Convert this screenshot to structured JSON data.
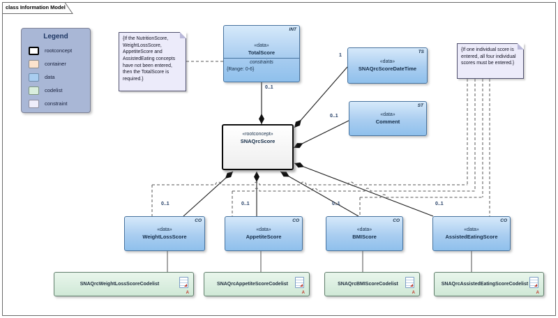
{
  "frame": {
    "title": "class Information Model"
  },
  "legend": {
    "title": "Legend",
    "items": [
      {
        "label": "rootconcept",
        "color": "#ffffff"
      },
      {
        "label": "container",
        "color": "#fbe3cd"
      },
      {
        "label": "data",
        "color": "#a9cdf0"
      },
      {
        "label": "codelist",
        "color": "#d9eedd"
      },
      {
        "label": "constraint",
        "color": "#ecebfa"
      }
    ]
  },
  "notes": {
    "left_constraint": "{If the NutritionScore, WeightLossScore, AppetiteScore and AssistedEating concepts have not been entered, then the TotalScore is required.}",
    "right_constraint": "{If one individual score is entered, all four individual scores must be entered.}"
  },
  "classes": {
    "total_score": {
      "type_tag": "INT",
      "stereotype": "«data»",
      "name": "TotalScore",
      "compartment_label": "constraints",
      "constraint": "{Range: 0-6}"
    },
    "root": {
      "stereotype": "«rootconcept»",
      "name": "SNAQrcScore"
    },
    "score_datetime": {
      "type_tag": "TS",
      "stereotype": "«data»",
      "name": "SNAQrcScoreDateTime"
    },
    "comment": {
      "type_tag": "ST",
      "stereotype": "«data»",
      "name": "Comment"
    },
    "weight_loss": {
      "type_tag": "CO",
      "stereotype": "«data»",
      "name": "WeightLossScore"
    },
    "appetite": {
      "type_tag": "CO",
      "stereotype": "«data»",
      "name": "AppetiteScore"
    },
    "bmi": {
      "type_tag": "CO",
      "stereotype": "«data»",
      "name": "BMIScore"
    },
    "assisted_eating": {
      "type_tag": "CO",
      "stereotype": "«data»",
      "name": "AssistedEatingScore"
    }
  },
  "codelists": [
    {
      "name": "SNAQrcWeightLossScoreCodelist",
      "flag": "A"
    },
    {
      "name": "SNAQrcAppetiteScoreCodelist",
      "flag": "A"
    },
    {
      "name": "SNAQrcBMIScoreCodelist",
      "flag": "A"
    },
    {
      "name": "SNAQrcAssistedEatingScoreCodelist",
      "flag": "A"
    }
  ],
  "multiplicities": {
    "total_score": "0..1",
    "score_datetime": "1",
    "comment": "0..1",
    "weight_loss": "0..1",
    "appetite": "0..1",
    "bmi": "0..1",
    "assisted_eating": "0..1"
  },
  "colors": {
    "data_fill": "#a9cdf0",
    "codelist_fill": "#d9eedd",
    "container_fill": "#fbe3cd",
    "constraint_fill": "#ecebfa",
    "rootconcept_fill": "#ffffff",
    "legend_bg": "#a9b7d6",
    "connector": "#1a1a1a"
  }
}
